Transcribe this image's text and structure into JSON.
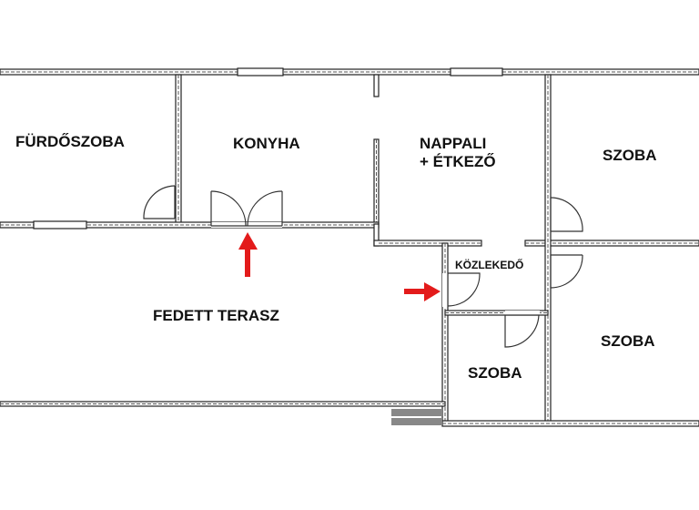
{
  "floor_plan": {
    "rooms": [
      {
        "id": "furdoszoba",
        "label": "FÜRDŐSZOBA"
      },
      {
        "id": "konyha",
        "label": "KONYHA"
      },
      {
        "id": "nappali",
        "label_line1": "NAPPALI",
        "label_line2": "+ ÉTKEZŐ"
      },
      {
        "id": "szoba_ne",
        "label": "SZOBA"
      },
      {
        "id": "kozlekedo",
        "label": "KÖZLEKEDŐ"
      },
      {
        "id": "szoba_se",
        "label": "SZOBA"
      },
      {
        "id": "szoba_s",
        "label": "SZOBA"
      },
      {
        "id": "fedett_terasz",
        "label": "FEDETT TERASZ"
      }
    ],
    "entrances": [
      {
        "id": "kitchen-entrance-arrow",
        "direction": "up"
      },
      {
        "id": "hall-entrance-arrow",
        "direction": "right"
      }
    ],
    "colors": {
      "wall_stroke": "#222222",
      "arrow": "#e31b1b",
      "steps": "#888888",
      "background": "#ffffff"
    }
  }
}
